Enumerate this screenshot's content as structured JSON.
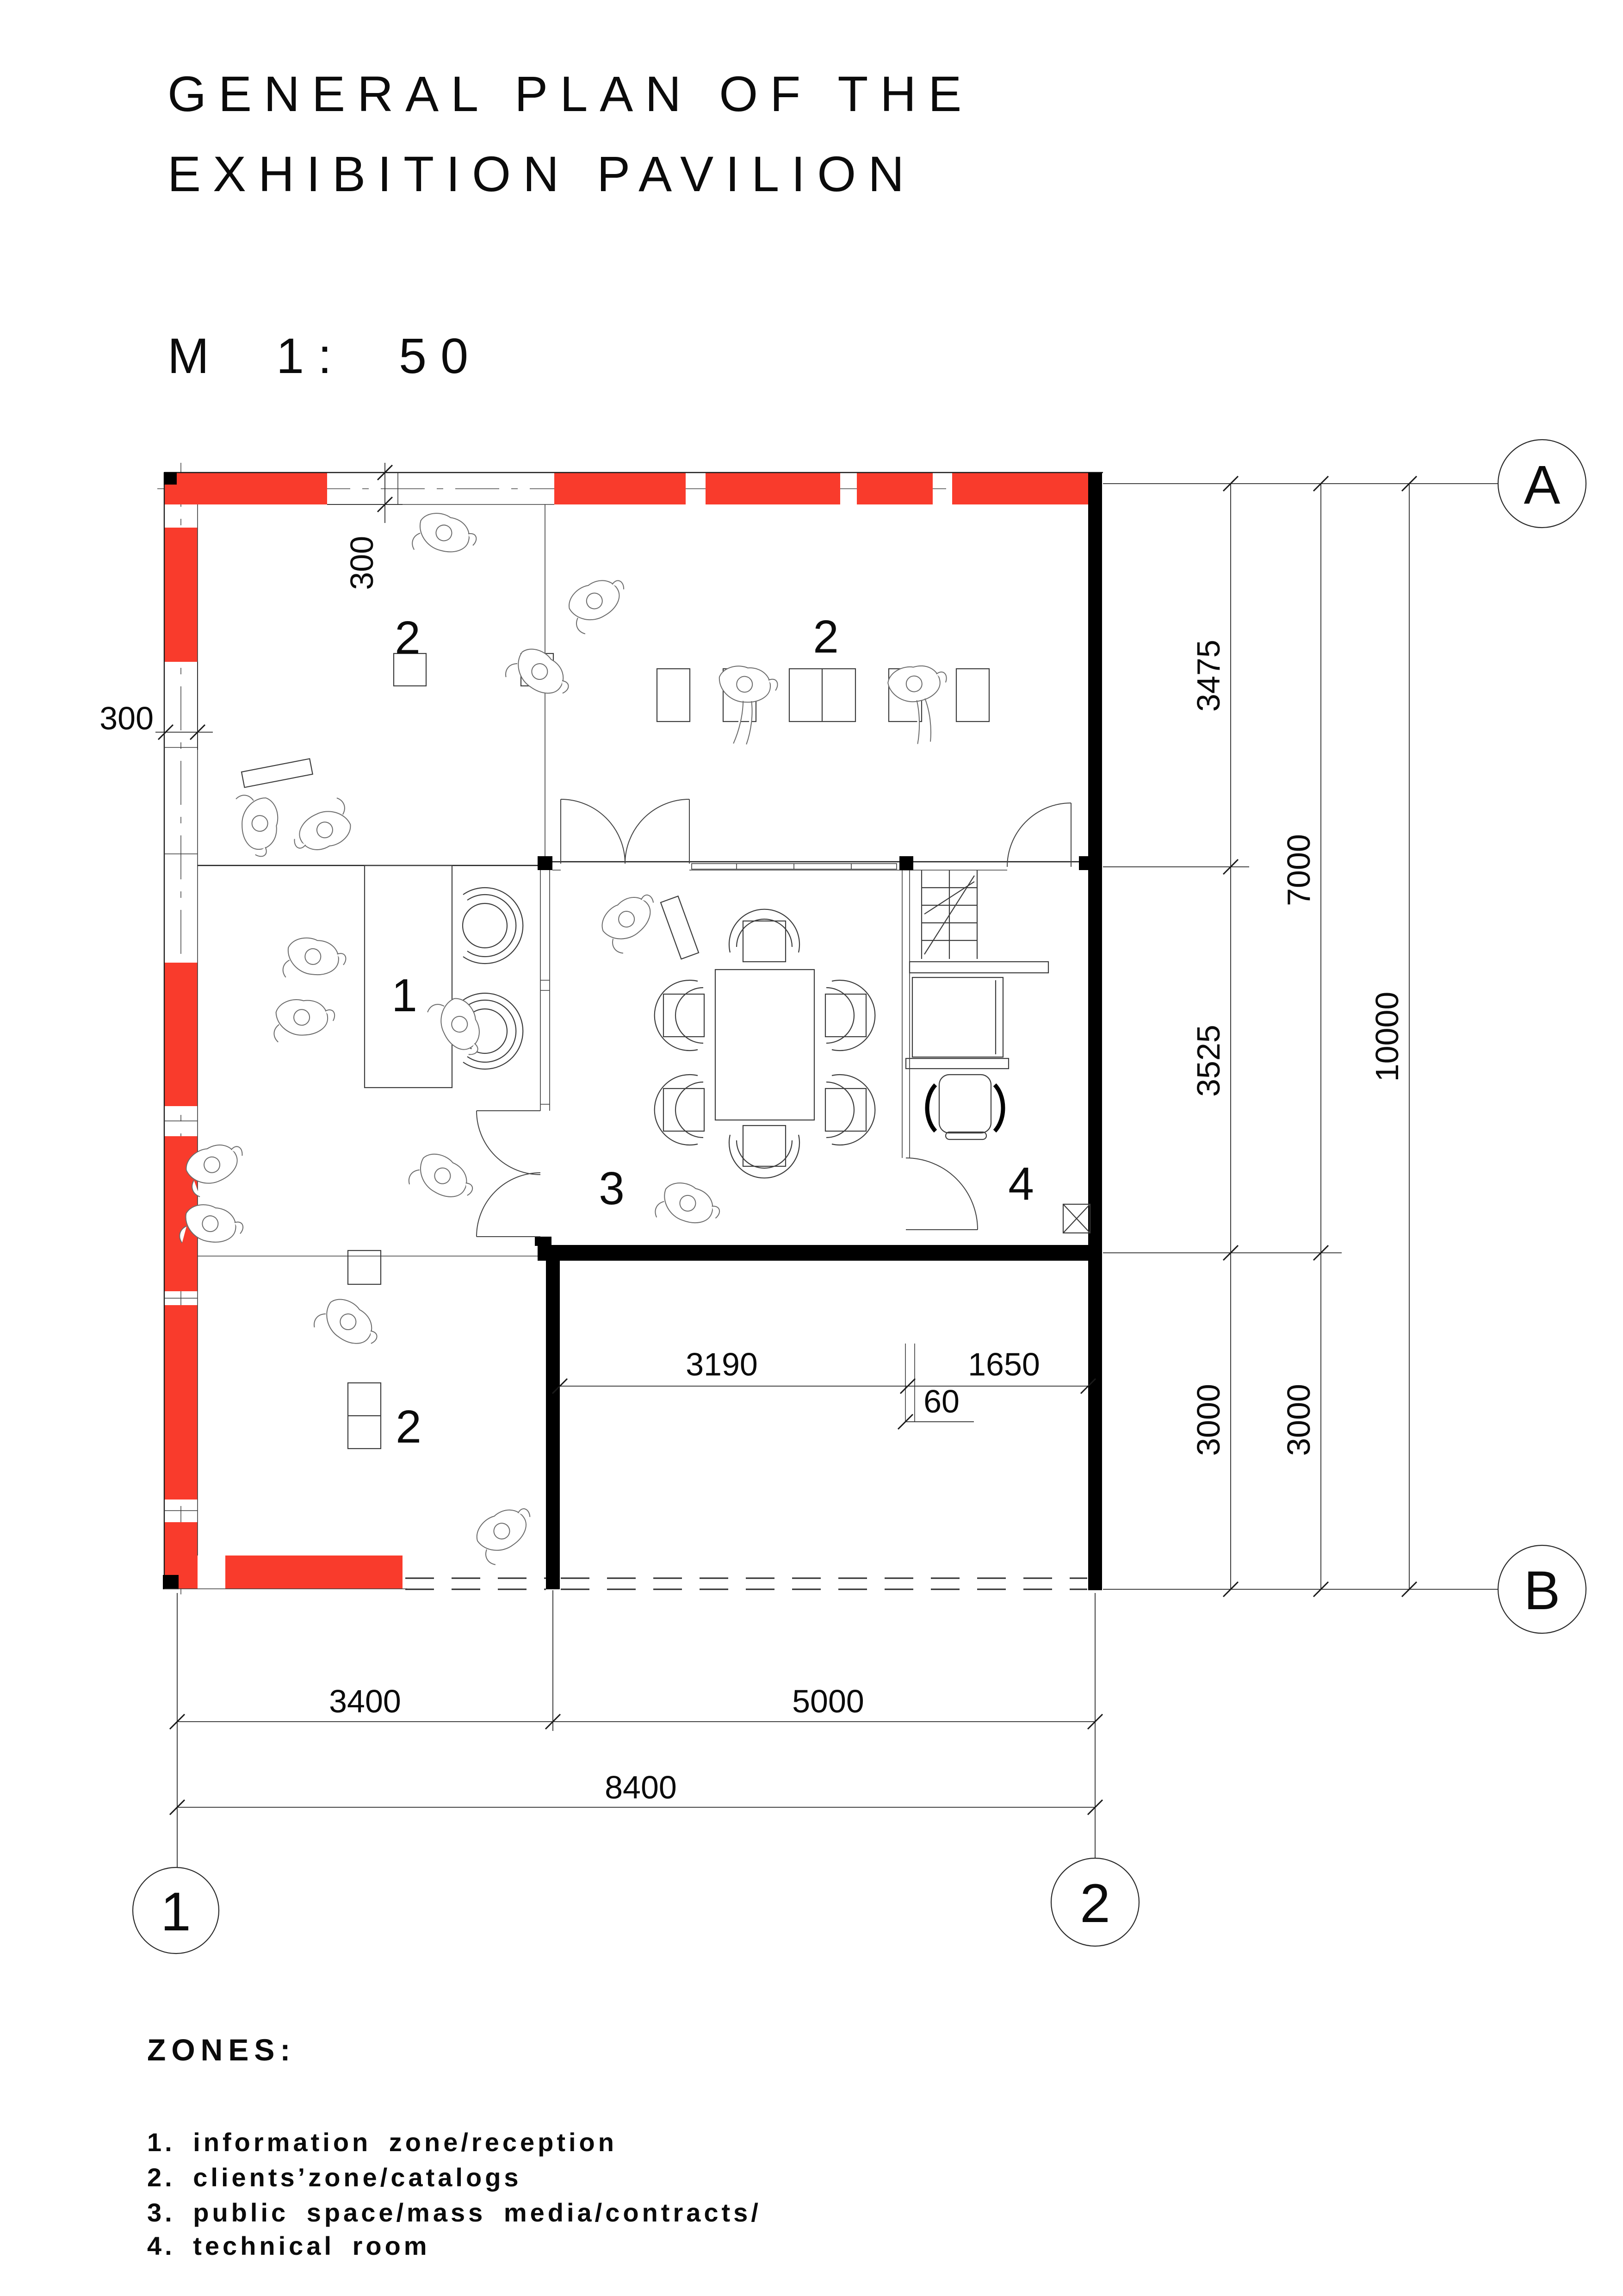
{
  "title": {
    "line1": "GENERAL PLAN OF THE",
    "line2": "EXHIBITION PAVILION",
    "scale": "M  1:  50"
  },
  "grid": {
    "a": "A",
    "b": "B",
    "one": "1",
    "two": "2"
  },
  "dimensions": {
    "wall_top": "300",
    "wall_left": "300",
    "d3475": "3475",
    "d3525": "3525",
    "d3000_inner": "3000",
    "d7000": "7000",
    "d3000_outer": "3000",
    "d10000": "10000",
    "d3190": "3190",
    "d1650": "1650",
    "d60": "60",
    "d3400": "3400",
    "d5000": "5000",
    "d8400": "8400"
  },
  "zone_marks": {
    "z1": "1",
    "z2_left": "2",
    "z2_right": "2",
    "z2_bottom": "2",
    "z3": "3",
    "z4": "4"
  },
  "legend": {
    "heading": "ZONES:",
    "items": [
      "1. information zone/reception",
      "2. clients’zone/catalogs",
      "3. public space/mass media/contracts/",
      "4. technical room"
    ]
  },
  "colors": {
    "wall_red": "#f93b2c",
    "line_black": "#1a1a1a"
  }
}
